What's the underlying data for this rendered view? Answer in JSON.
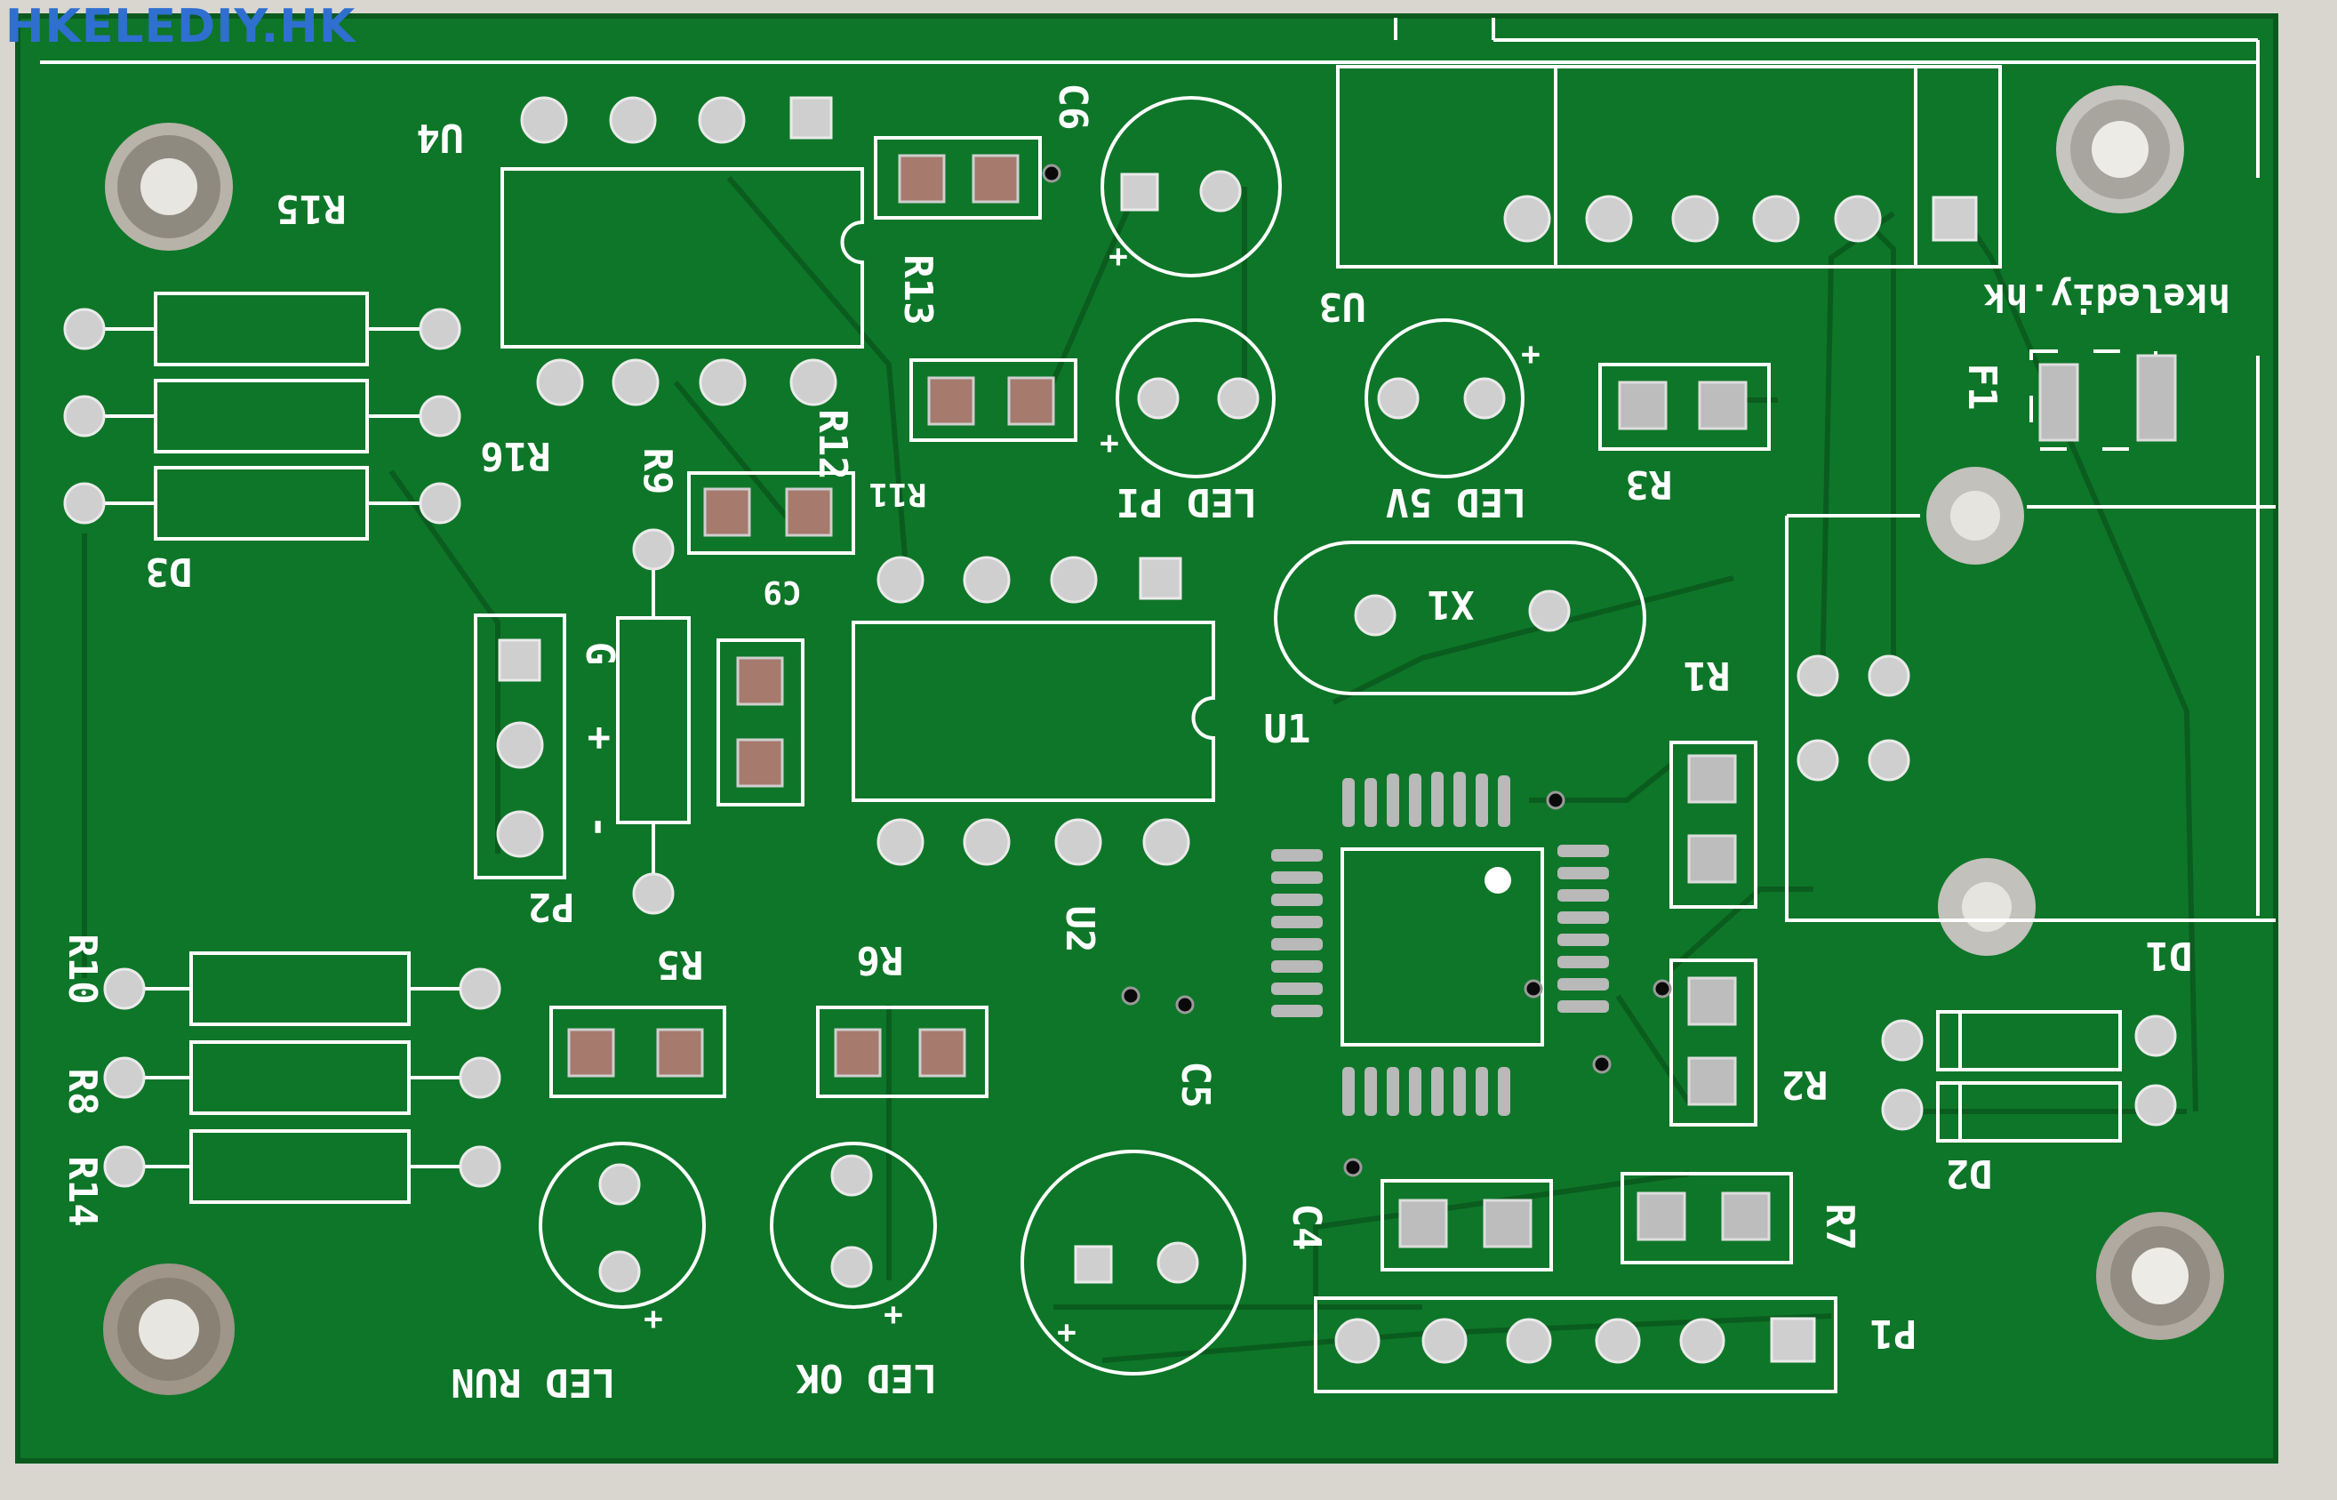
{
  "watermark": "HKELEDIY.HK",
  "colors": {
    "pcb_green": "#0f7a2a",
    "pcb_dark": "#0b5e20",
    "background": "#d9d6cf",
    "silkscreen": "#ffffff",
    "pad_silver": "#c9c9c9",
    "pad_copper": "#a4786a",
    "watermark": "#2f6fd0"
  },
  "silkscreen": {
    "u4": "U4",
    "r15": "R15",
    "r16": "R16",
    "d3": "D3",
    "r13": "R13",
    "c6": "C6",
    "r9": "R9",
    "r12": "R12",
    "r11": "R11",
    "c9": "C9",
    "led_pi": "LED PI",
    "led_5v": "LED 5V",
    "r3": "R3",
    "u3": "U3",
    "url": "hkelediy.hk",
    "f1": "F1",
    "x1": "X1",
    "r1": "R1",
    "u1": "U1",
    "g": "G",
    "plus": "+",
    "minus": "-",
    "p2": "P2",
    "r10": "R10",
    "r8": "R8",
    "r14": "R14",
    "r5": "R5",
    "r6": "R6",
    "u2": "U2",
    "c5": "C5",
    "r2": "R2",
    "d1": "D1",
    "d2": "D2",
    "c4": "C4",
    "r7": "R7",
    "p1": "P1",
    "led_run": "LED RUN",
    "led_ok": "LED OK"
  }
}
